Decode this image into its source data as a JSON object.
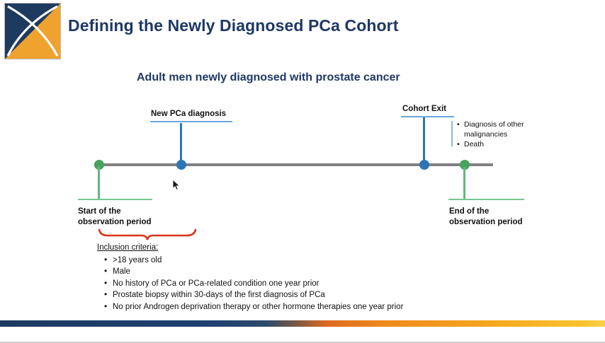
{
  "slide": {
    "title": "Defining the Newly Diagnosed PCa Cohort",
    "subtitle": "Adult men newly diagnosed with prostate cancer",
    "logo_icon": "x-logo-icon"
  },
  "timeline": {
    "diagnosis_label": "New PCa diagnosis",
    "cohort_exit_label": "Cohort Exit",
    "start_label_line1": "Start of the",
    "start_label_line2": "observation period",
    "end_label_line1": "End of the",
    "end_label_line2": "observation period",
    "exit_reasons": [
      "Diagnosis of other malignancies",
      "Death"
    ],
    "bullet_glyph": "•",
    "markers": [
      {
        "name": "start-of-observation",
        "color": "#48a15f",
        "x_pct": 1.2
      },
      {
        "name": "new-pca-diagnosis",
        "color": "#2e75b6",
        "x_pct": 21.5
      },
      {
        "name": "cohort-exit",
        "color": "#2e75b6",
        "x_pct": 82.5
      },
      {
        "name": "end-of-observation",
        "color": "#48a15f",
        "x_pct": 92.5
      }
    ]
  },
  "inclusion": {
    "heading": "Inclusion criteria:",
    "items": [
      ">18 years old",
      "Male",
      "No history of PCa or PCa-related condition one year prior",
      "Prostate biopsy within 30-days of the first diagnosis of PCa",
      "No prior Androgen deprivation therapy or other hormone therapies one year prior"
    ],
    "brace_color": "#d7361a"
  },
  "colors": {
    "title_navy": "#1f3864",
    "accent_green": "#48a15f",
    "accent_blue": "#2e75b6",
    "axis_gray": "#808080",
    "bar_left": "#1b3a5e",
    "bar_right": "#fbd04a"
  }
}
